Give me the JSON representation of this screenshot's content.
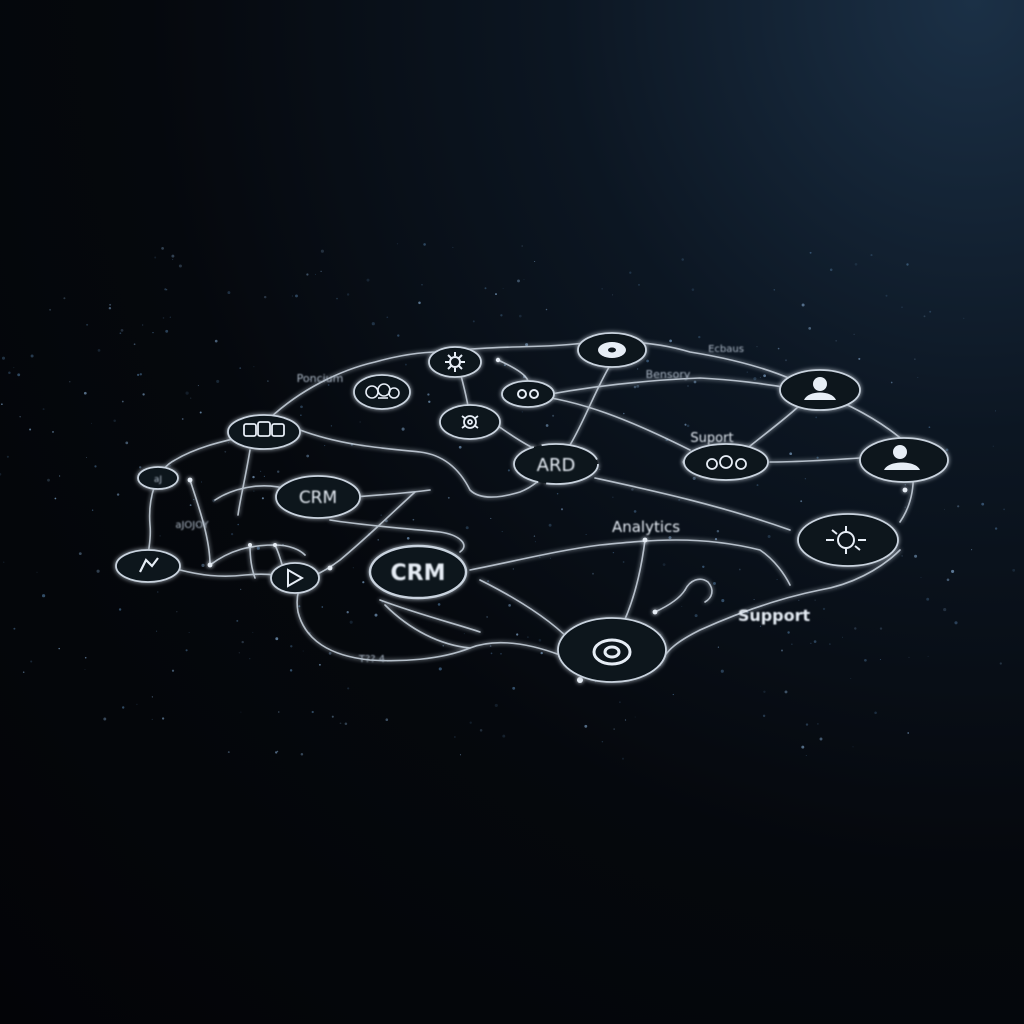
{
  "colors": {
    "line": "#c9d3de",
    "node_fill": "#0b121b",
    "text": "#e6edf5",
    "glow": "#6f8fb0"
  },
  "labels": {
    "crm_left": "CRM",
    "crm_center": "CRM",
    "ard": "ARD",
    "analytics": "Analytics",
    "support_top": "Suport",
    "support_bottom": "Support",
    "top_left": "Poncium",
    "top_right_a": "Ecbaus",
    "top_right_b": "Bensory",
    "left_small": "aJOJOY",
    "left_tiny": "aJ",
    "bottom_small": "T?? 4"
  },
  "icons": {
    "n_top_left_icon": "brain-icon",
    "n_top_center_icon": "gear-icon",
    "n_top_disc_icon": "disc-icon",
    "n_top_chain_icon": "link-icon",
    "n_mid_top_icon": "cog-icon",
    "n_left_group_icon": "team-icon",
    "n_left_small_icon": "node-icon",
    "n_left_bottom_icon": "chart-icon",
    "n_play_icon": "play-icon",
    "n_right_user_icon": "user-icon",
    "n_right_user2_icon": "user-icon",
    "n_support_gears_icon": "gears-icon",
    "n_right_gear_icon": "settings-icon",
    "n_bottom_target_icon": "target-icon"
  }
}
